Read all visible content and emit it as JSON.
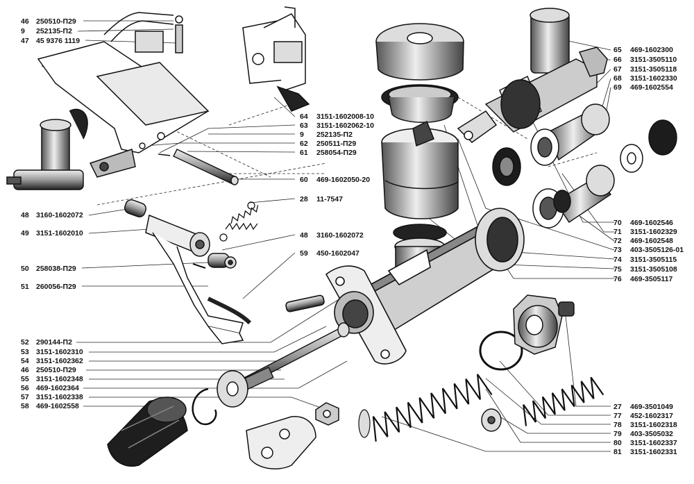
{
  "colors": {
    "ink": "#111111",
    "paper": "#ffffff",
    "shade": "#8a8a8a",
    "dark": "#2a2a2a"
  },
  "callouts_left": [
    {
      "num": "46",
      "code": "250510-П29"
    },
    {
      "num": "9",
      "code": "252135-П2"
    },
    {
      "num": "47",
      "code": "45 9376 1119"
    },
    {
      "num": "48",
      "code": "3160-1602072"
    },
    {
      "num": "49",
      "code": "3151-1602010"
    },
    {
      "num": "50",
      "code": "258038-П29"
    },
    {
      "num": "51",
      "code": "260056-П29"
    },
    {
      "num": "52",
      "code": "290144-П2"
    },
    {
      "num": "53",
      "code": "3151-1602310"
    },
    {
      "num": "54",
      "code": "3151-1602362"
    },
    {
      "num": "46",
      "code": "250510-П29"
    },
    {
      "num": "55",
      "code": "3151-1602348"
    },
    {
      "num": "56",
      "code": "469-1602364"
    },
    {
      "num": "57",
      "code": "3151-1602338"
    },
    {
      "num": "58",
      "code": "469-1602558"
    }
  ],
  "callouts_mid": [
    {
      "num": "64",
      "code": "3151-1602008-10"
    },
    {
      "num": "63",
      "code": "3151-1602062-10"
    },
    {
      "num": "9",
      "code": "252135-П2"
    },
    {
      "num": "62",
      "code": "250511-П29"
    },
    {
      "num": "61",
      "code": "258054-П29"
    },
    {
      "num": "60",
      "code": "469-1602050-20"
    },
    {
      "num": "28",
      "code": "11-7547"
    },
    {
      "num": "48",
      "code": "3160-1602072"
    },
    {
      "num": "59",
      "code": "450-1602047"
    }
  ],
  "callouts_right_top": [
    {
      "num": "65",
      "code": "469-1602300"
    },
    {
      "num": "66",
      "code": "3151-3505110"
    },
    {
      "num": "67",
      "code": "3151-3505118"
    },
    {
      "num": "68",
      "code": "3151-1602330"
    },
    {
      "num": "69",
      "code": "469-1602554"
    }
  ],
  "callouts_right_mid": [
    {
      "num": "70",
      "code": "469-1602546"
    },
    {
      "num": "71",
      "code": "3151-1602329"
    },
    {
      "num": "72",
      "code": "469-1602548"
    },
    {
      "num": "73",
      "code": "403-3505126-01"
    },
    {
      "num": "74",
      "code": "3151-3505115"
    },
    {
      "num": "75",
      "code": "3151-3505108"
    },
    {
      "num": "76",
      "code": "469-3505117"
    }
  ],
  "callouts_right_bottom": [
    {
      "num": "27",
      "code": "469-3501049"
    },
    {
      "num": "77",
      "code": "452-1602317"
    },
    {
      "num": "78",
      "code": "3151-1602318"
    },
    {
      "num": "79",
      "code": "403-3505032"
    },
    {
      "num": "80",
      "code": "3151-1602337"
    },
    {
      "num": "81",
      "code": "3151-1602331"
    }
  ]
}
